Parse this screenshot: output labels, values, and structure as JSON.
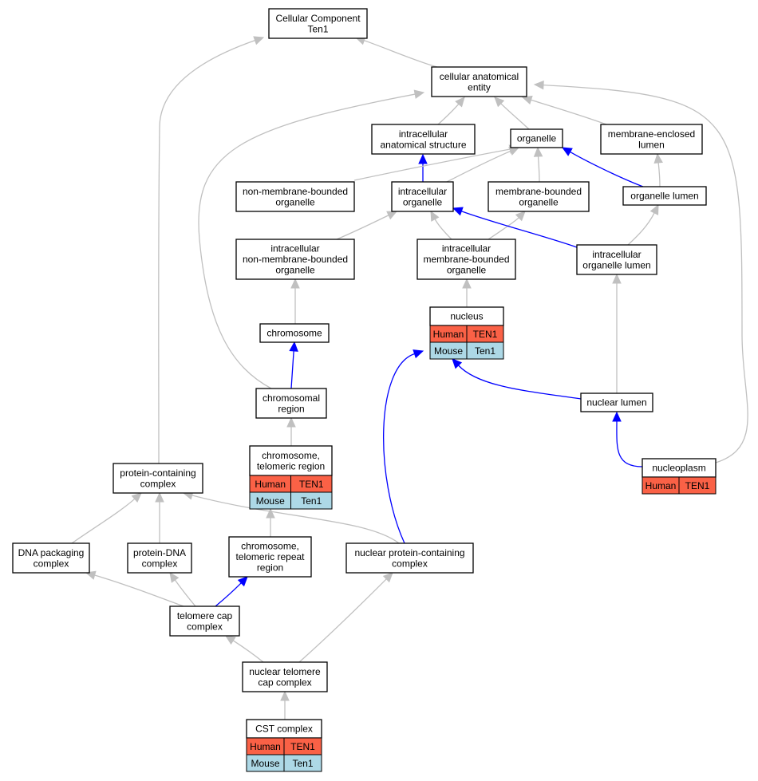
{
  "colors": {
    "human": "#fa6146",
    "mouse": "#add8e6",
    "gray_edge": "#c0c0c0",
    "blue_edge": "#0000ff"
  },
  "nodes": {
    "cc_root": [
      "Cellular Component",
      "Ten1"
    ],
    "cae": [
      "cellular anatomical",
      "entity"
    ],
    "ias": [
      "intracellular",
      "anatomical structure"
    ],
    "organelle": [
      "organelle"
    ],
    "mel": [
      "membrane-enclosed",
      "lumen"
    ],
    "nmbo": [
      "non-membrane-bounded",
      "organelle"
    ],
    "io": [
      "intracellular",
      "organelle"
    ],
    "mbo": [
      "membrane-bounded",
      "organelle"
    ],
    "ol": [
      "organelle lumen"
    ],
    "inmbo": [
      "intracellular",
      "non-membrane-bounded",
      "organelle"
    ],
    "imbo": [
      "intracellular",
      "membrane-bounded",
      "organelle"
    ],
    "iol": [
      "intracellular",
      "organelle lumen"
    ],
    "nucleus": [
      "nucleus"
    ],
    "chromosome": [
      "chromosome"
    ],
    "chromreg": [
      "chromosomal",
      "region"
    ],
    "nl": [
      "nuclear lumen"
    ],
    "ctr": [
      "chromosome,",
      "telomeric region"
    ],
    "pcc": [
      "protein-containing",
      "complex"
    ],
    "np": [
      "nucleoplasm"
    ],
    "dpc": [
      "DNA packaging",
      "complex"
    ],
    "pdc": [
      "protein-DNA",
      "complex"
    ],
    "ctrr": [
      "chromosome,",
      "telomeric repeat",
      "region"
    ],
    "npcc": [
      "nuclear protein-containing",
      "complex"
    ],
    "tcc": [
      "telomere cap",
      "complex"
    ],
    "ntcc": [
      "nuclear telomere",
      "cap complex"
    ],
    "cst": [
      "CST complex"
    ]
  },
  "annotations": {
    "nucleus": [
      [
        "Human",
        "TEN1"
      ],
      [
        "Mouse",
        "Ten1"
      ]
    ],
    "ctr": [
      [
        "Human",
        "TEN1"
      ],
      [
        "Mouse",
        "Ten1"
      ]
    ],
    "np": [
      [
        "Human",
        "TEN1"
      ]
    ],
    "cst": [
      [
        "Human",
        "TEN1"
      ],
      [
        "Mouse",
        "Ten1"
      ]
    ]
  },
  "edges": [
    [
      "cae",
      "cc_root",
      "gray"
    ],
    [
      "pcc",
      "cc_root",
      "gray"
    ],
    [
      "ias",
      "cae",
      "gray"
    ],
    [
      "organelle",
      "cae",
      "gray"
    ],
    [
      "mel",
      "cae",
      "gray"
    ],
    [
      "chromreg",
      "cae",
      "gray"
    ],
    [
      "np",
      "cae",
      "gray"
    ],
    [
      "io",
      "ias",
      "blue"
    ],
    [
      "io",
      "organelle",
      "gray"
    ],
    [
      "nmbo",
      "organelle",
      "gray"
    ],
    [
      "mbo",
      "organelle",
      "gray"
    ],
    [
      "ol",
      "organelle",
      "blue"
    ],
    [
      "ol",
      "mel",
      "gray"
    ],
    [
      "inmbo",
      "io",
      "gray"
    ],
    [
      "imbo",
      "io",
      "gray"
    ],
    [
      "imbo",
      "mbo",
      "gray"
    ],
    [
      "iol",
      "io",
      "blue"
    ],
    [
      "iol",
      "ol",
      "gray"
    ],
    [
      "chromosome",
      "inmbo",
      "gray"
    ],
    [
      "nucleus",
      "imbo",
      "gray"
    ],
    [
      "nl",
      "iol",
      "gray"
    ],
    [
      "chromreg",
      "chromosome",
      "blue"
    ],
    [
      "nl",
      "nucleus",
      "blue"
    ],
    [
      "npcc",
      "nucleus",
      "blue"
    ],
    [
      "np",
      "nl",
      "blue"
    ],
    [
      "ctr",
      "chromreg",
      "gray"
    ],
    [
      "ctrr",
      "ctr",
      "gray"
    ],
    [
      "dpc",
      "pcc",
      "gray"
    ],
    [
      "pdc",
      "pcc",
      "gray"
    ],
    [
      "npcc",
      "pcc",
      "gray"
    ],
    [
      "tcc",
      "dpc",
      "gray"
    ],
    [
      "tcc",
      "pdc",
      "gray"
    ],
    [
      "tcc",
      "ctrr",
      "blue"
    ],
    [
      "ntcc",
      "tcc",
      "gray"
    ],
    [
      "ntcc",
      "npcc",
      "gray"
    ],
    [
      "cst",
      "ntcc",
      "gray"
    ]
  ]
}
